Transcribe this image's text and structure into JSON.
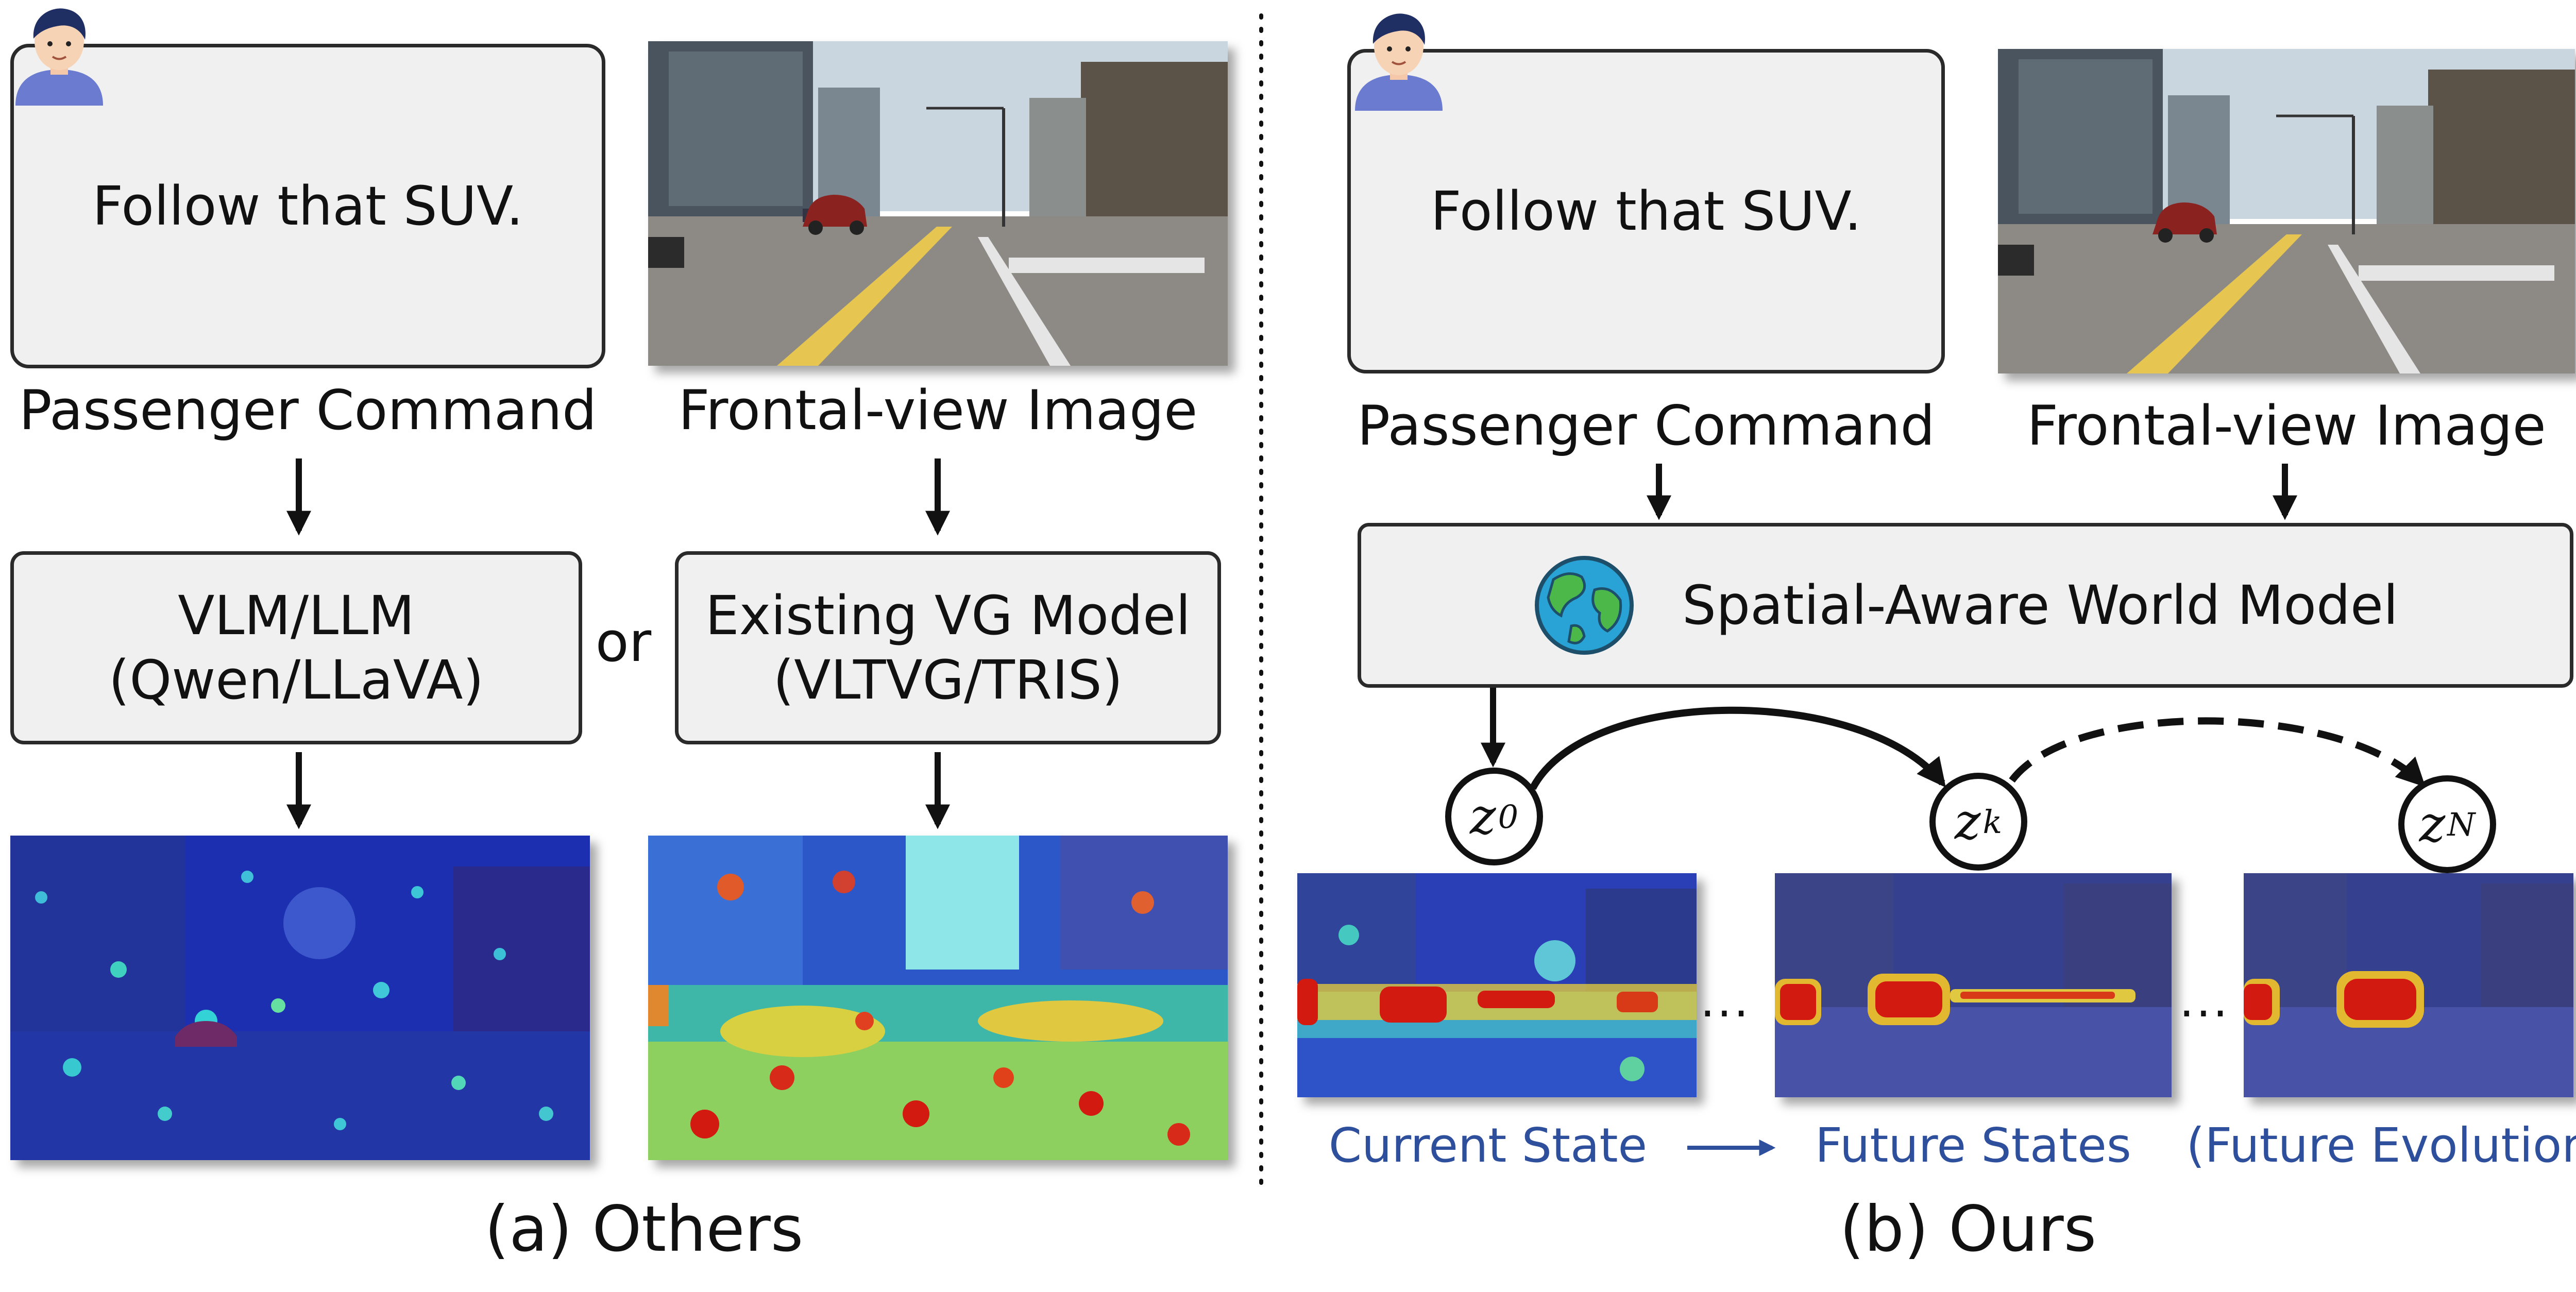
{
  "left_panel": {
    "command_text": "Follow that SUV.",
    "command_label": "Passenger Command",
    "image_label": "Frontal-view Image",
    "model_a": "VLM/LLM\n(Qwen/LLaVA)",
    "or_text": "or",
    "model_b": "Existing VG Model\n(VLTVG/TRIS)",
    "caption": "(a) Others"
  },
  "right_panel": {
    "command_text": "Follow that SUV.",
    "command_label": "Passenger Command",
    "image_label": "Frontal-view Image",
    "world_model": "Spatial-Aware World Model",
    "world_model_icon": "globe-icon",
    "nodes": [
      {
        "base": "z",
        "sub": "0"
      },
      {
        "base": "z",
        "sub": "k"
      },
      {
        "base": "z",
        "sub": "N"
      }
    ],
    "ellipsis": "...",
    "state_current": "Current State",
    "state_future": "Future States",
    "state_evolution": "(Future Evolution)",
    "caption": "(b) Ours"
  },
  "colors": {
    "box_fill": "#f0f0f0",
    "state_text": "#2e4f9c",
    "heat_blue": "#1c2fb0",
    "heat_red": "#d21a10"
  }
}
